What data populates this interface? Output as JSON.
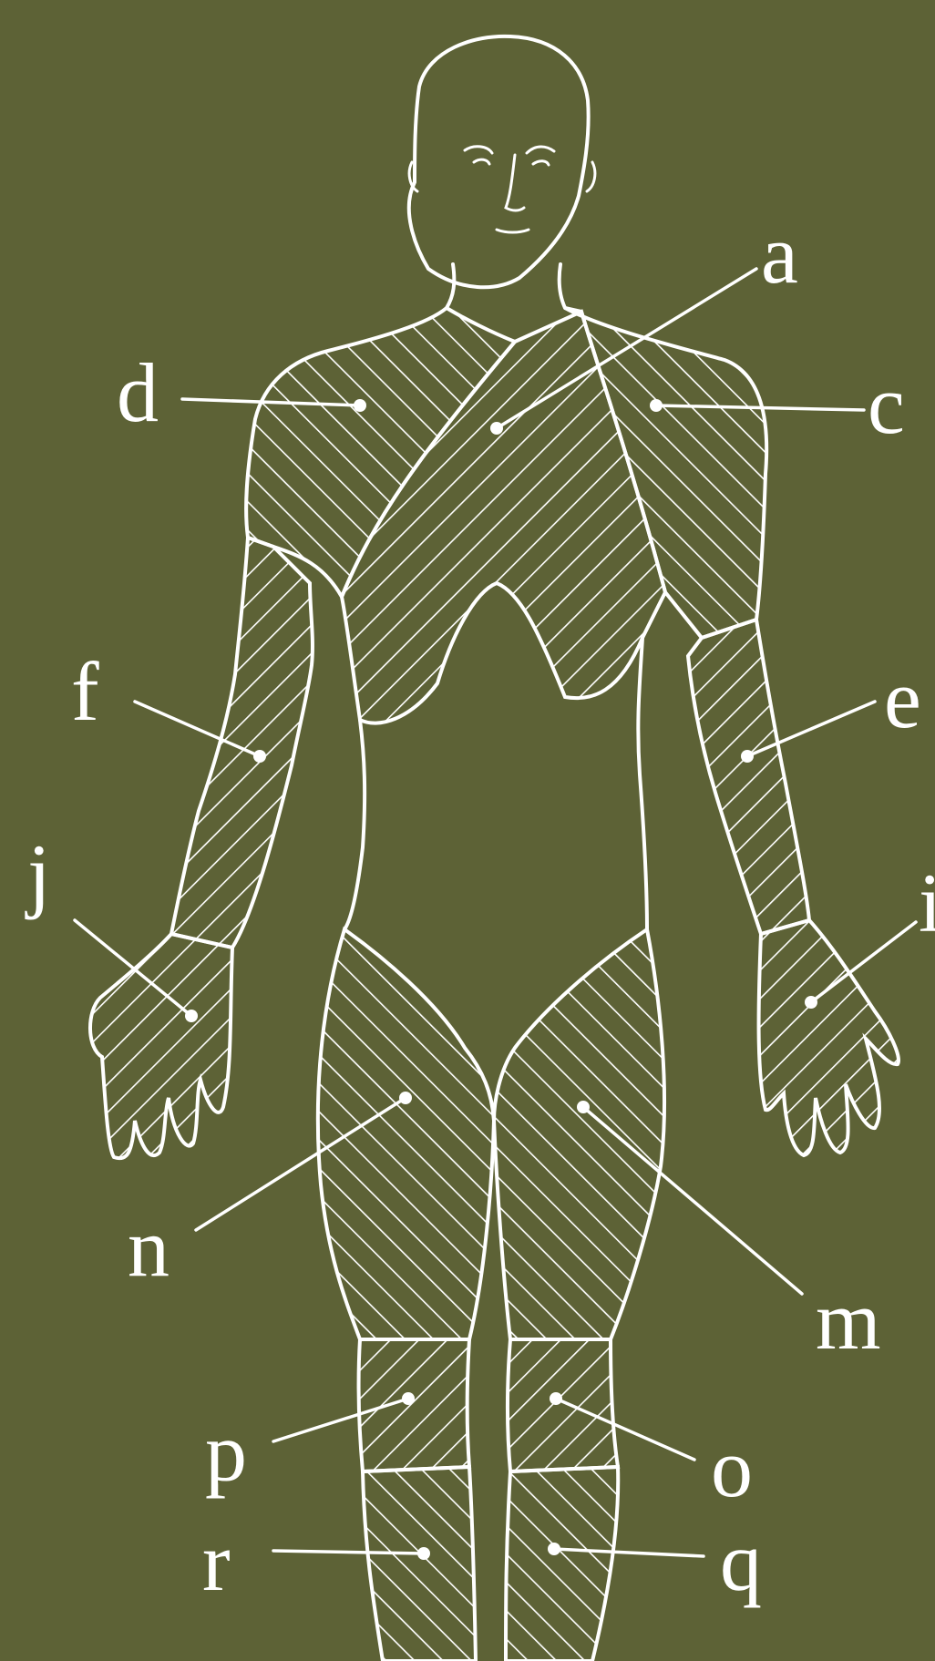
{
  "labels": {
    "a": "a",
    "c": "c",
    "d": "d",
    "e": "e",
    "f": "f",
    "i": "i",
    "j": "j",
    "m": "m",
    "n": "n",
    "o": "o",
    "p": "p",
    "q": "q",
    "r": "r"
  },
  "colors": {
    "background": "#5d6236",
    "line": "#ffffff"
  }
}
